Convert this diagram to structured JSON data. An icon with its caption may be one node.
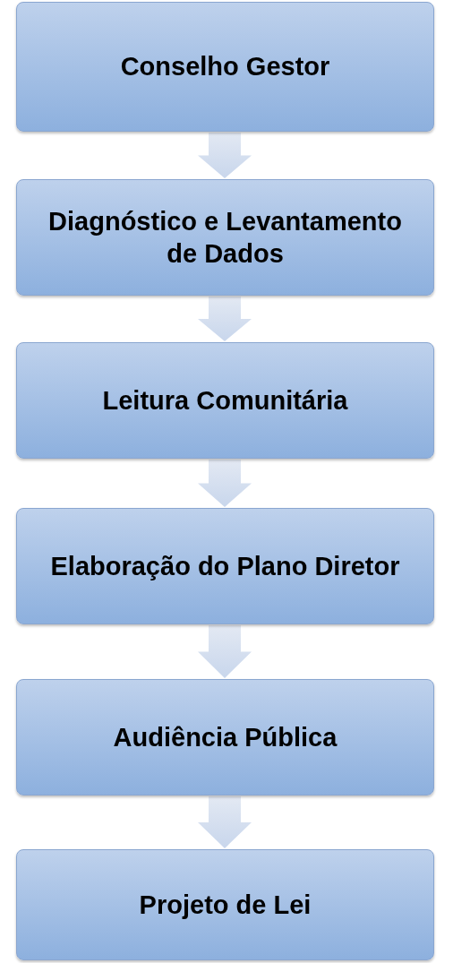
{
  "diagram": {
    "nodes": [
      {
        "text": [
          "Conselho Gestor"
        ]
      },
      {
        "text": [
          "Diagnóstico e Levantamento de Dados"
        ]
      },
      {
        "text": [
          "Leitura Comunitária"
        ]
      },
      {
        "text": [
          "Elaboração do Plano Diretor"
        ]
      },
      {
        "text": [
          "Audiência Pública"
        ]
      },
      {
        "text": [
          "Projeto de Lei"
        ]
      }
    ],
    "edges": [
      {
        "from": 0,
        "to": 1,
        "arrow": "to"
      },
      {
        "from": 1,
        "to": 2,
        "arrow": "to"
      },
      {
        "from": 2,
        "to": 3,
        "arrow": "to"
      },
      {
        "from": 3,
        "to": 4,
        "arrow": "to"
      },
      {
        "from": 4,
        "to": 5,
        "arrow": "to"
      }
    ]
  }
}
